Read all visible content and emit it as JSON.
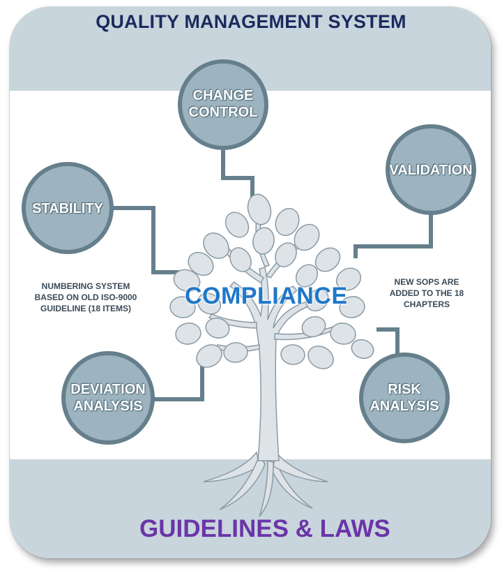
{
  "title": "QUALITY MANAGEMENT SYSTEM",
  "center": "COMPLIANCE",
  "footer": "GUIDELINES & LAWS",
  "nodes": {
    "change_control": "CHANGE CONTROL",
    "validation": "VALIDATION",
    "stability": "STABILITY",
    "deviation_analysis": "DEVIATION ANALYSIS",
    "risk_analysis": "RISK ANALYSIS"
  },
  "notes": {
    "left": "NUMBERING SYSTEM BASED ON OLD ISO-9000 GUIDELINE (18 ITEMS)",
    "right": "NEW SOPS ARE ADDED TO THE 18 CHAPTERS"
  },
  "colors": {
    "band": "#c9d5dc",
    "node_fill": "#9db3bf",
    "node_stroke": "#657f8c",
    "connector": "#657f8c",
    "tree_fill": "#dde3e7",
    "tree_stroke": "#8a9aa4",
    "title": "#1b2a5e",
    "center": "#1f78c8",
    "footer": "#6a35a8"
  }
}
